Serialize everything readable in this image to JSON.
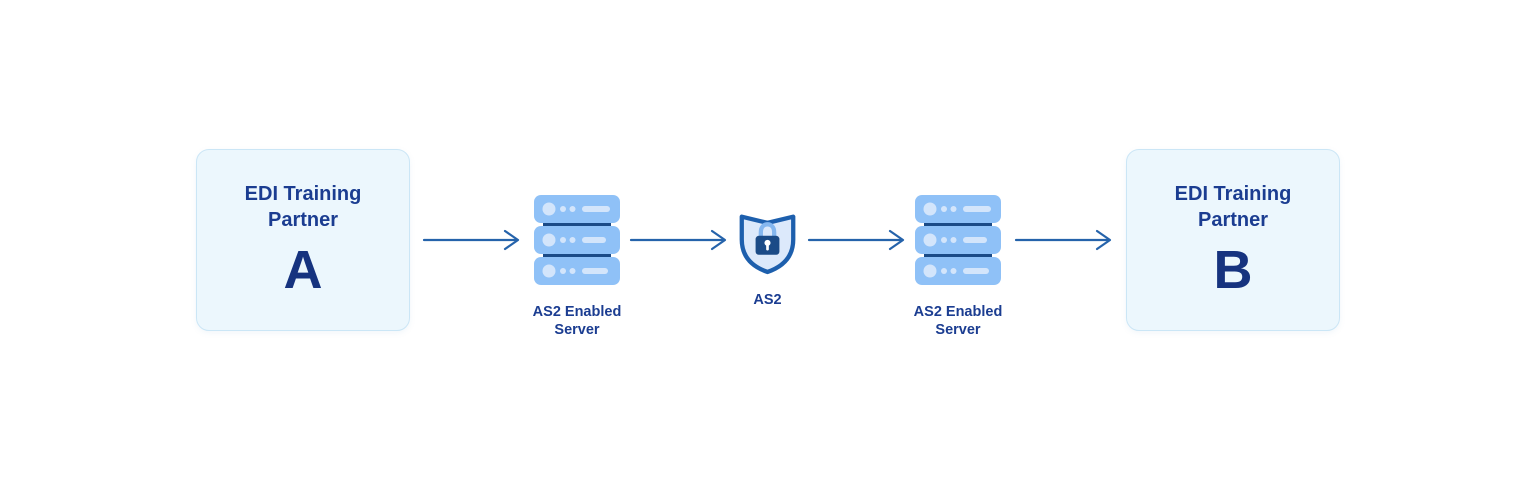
{
  "colors": {
    "background": "#ffffff",
    "box_fill": "#ecf7fd",
    "box_border": "#cbe6f6",
    "heading_text": "#1b3d91",
    "letter_text": "#16337f",
    "arrow": "#2563ab",
    "server_body": "#8fc1f7",
    "server_bar": "#1b4b87",
    "server_detail": "#d3e5fb",
    "shield_stroke": "#1d5fad",
    "shield_fill": "#dce9fb",
    "lock_body": "#1b4b87",
    "lock_shackle": "#85b7ef"
  },
  "diagram": {
    "partner_a": {
      "title": "EDI Training Partner",
      "letter": "A"
    },
    "server_left": {
      "label": "AS2 Enabled Server",
      "icon": "server-stack-icon"
    },
    "as2_node": {
      "label": "AS2",
      "icon": "shield-lock-icon"
    },
    "server_right": {
      "label": "AS2 Enabled Server",
      "icon": "server-stack-icon"
    },
    "partner_b": {
      "title": "EDI Training Partner",
      "letter": "B"
    },
    "connector_icon": "arrow-right-icon"
  }
}
